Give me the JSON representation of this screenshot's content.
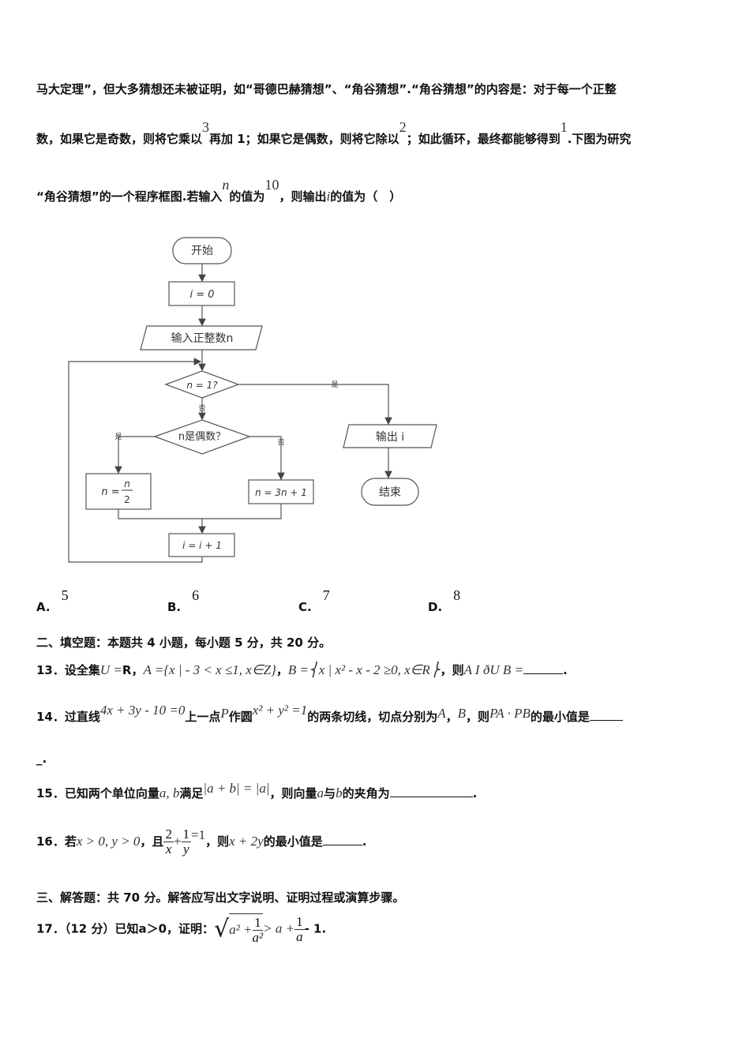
{
  "q12": {
    "line1": "马大定理”，但大多猜想还未被证明，如“哥德巴赫猜想”、“角谷猜想”.“角谷猜想”的内容是：对于每一个正整",
    "line2a": "数，如果它是奇数，则将它乘以",
    "n3": "3",
    "line2b": "再加 1；如果它是偶数，则将它除以",
    "n2": "2",
    "line2c": "；如此循环，最终都能够得到",
    "n1": "1",
    "line2d": ".下图为研究",
    "line3a": "“角谷猜想”的一个程序框图.若输入",
    "var_n": "n",
    "line3b": "的值为",
    "n10": "10",
    "line3c": "，则输出",
    "var_i": "i",
    "line3d": "的值为（　）",
    "flowchart": {
      "start": "开始",
      "init": "i = 0",
      "input": "输入正整数n",
      "cond1": "n = 1?",
      "yes": "是",
      "no": "否",
      "cond2": "n是偶数？",
      "even_a": "n =",
      "even_num": "n",
      "even_den": "2",
      "odd": "n = 3n + 1",
      "inc": "i = i + 1",
      "output": "输出 i",
      "end": "结束"
    },
    "options": [
      {
        "label": "A.",
        "value": "5"
      },
      {
        "label": "B.",
        "value": "6"
      },
      {
        "label": "C.",
        "value": "7"
      },
      {
        "label": "D.",
        "value": "8"
      }
    ]
  },
  "section2": "二、填空题：本题共 4 小题，每小题 5 分，共 20 分。",
  "q13": {
    "a": "13．设全集",
    "U": "U =",
    "R": "R",
    "b": "，",
    "A": "A ={x | - 3 < x ≤1, x∈Z}",
    "c": "，",
    "B": "B =⎨x | x² -  x -  2 ≥0, x∈R⎬",
    "d": "，则",
    "expr": "A I ðU B =",
    "e": "."
  },
  "q14": {
    "a": "14．过直线",
    "line": "4x + 3y - 10 =0",
    "b": "上一点",
    "P": "P",
    "c": "作圆",
    "circle": "x² + y² =1",
    "d": "的两条切线，切点分别为",
    "A": "A",
    "e": "，",
    "B": "B",
    "f": "，则",
    "expr": "PA · PB",
    "g": "的最小值是",
    "cont": "_."
  },
  "q15": {
    "a": "15．已知两个单位向量",
    "ab": "a, b",
    "b": "满足",
    "cond": "|a + b| = |a|",
    "c": "，则向量",
    "va": "a",
    "d": "与",
    "vb": "b",
    "e": "的夹角为",
    "f": "."
  },
  "q16": {
    "a": "16．若",
    "cond": "x > 0, y > 0",
    "b": "，且",
    "f1n": "2",
    "f1d": "x",
    "plus": "+",
    "f2n": "1",
    "f2d": "y",
    "eq": "=1",
    "c": "，则",
    "expr": "x + 2y",
    "d": "的最小值是",
    "e": "."
  },
  "section3": "三、解答题：共 70 分。解答应写出文字说明、证明过程或演算步骤。",
  "q17": {
    "a": "17．（12 分）已知",
    "cond": "a＞0",
    "b": "，证明：",
    "sqrt_a": "a² +",
    "f1n": "1",
    "f1d": "a²",
    "gt": "> a +",
    "f2n": "1",
    "f2d": "a",
    "tail": "- 1."
  }
}
